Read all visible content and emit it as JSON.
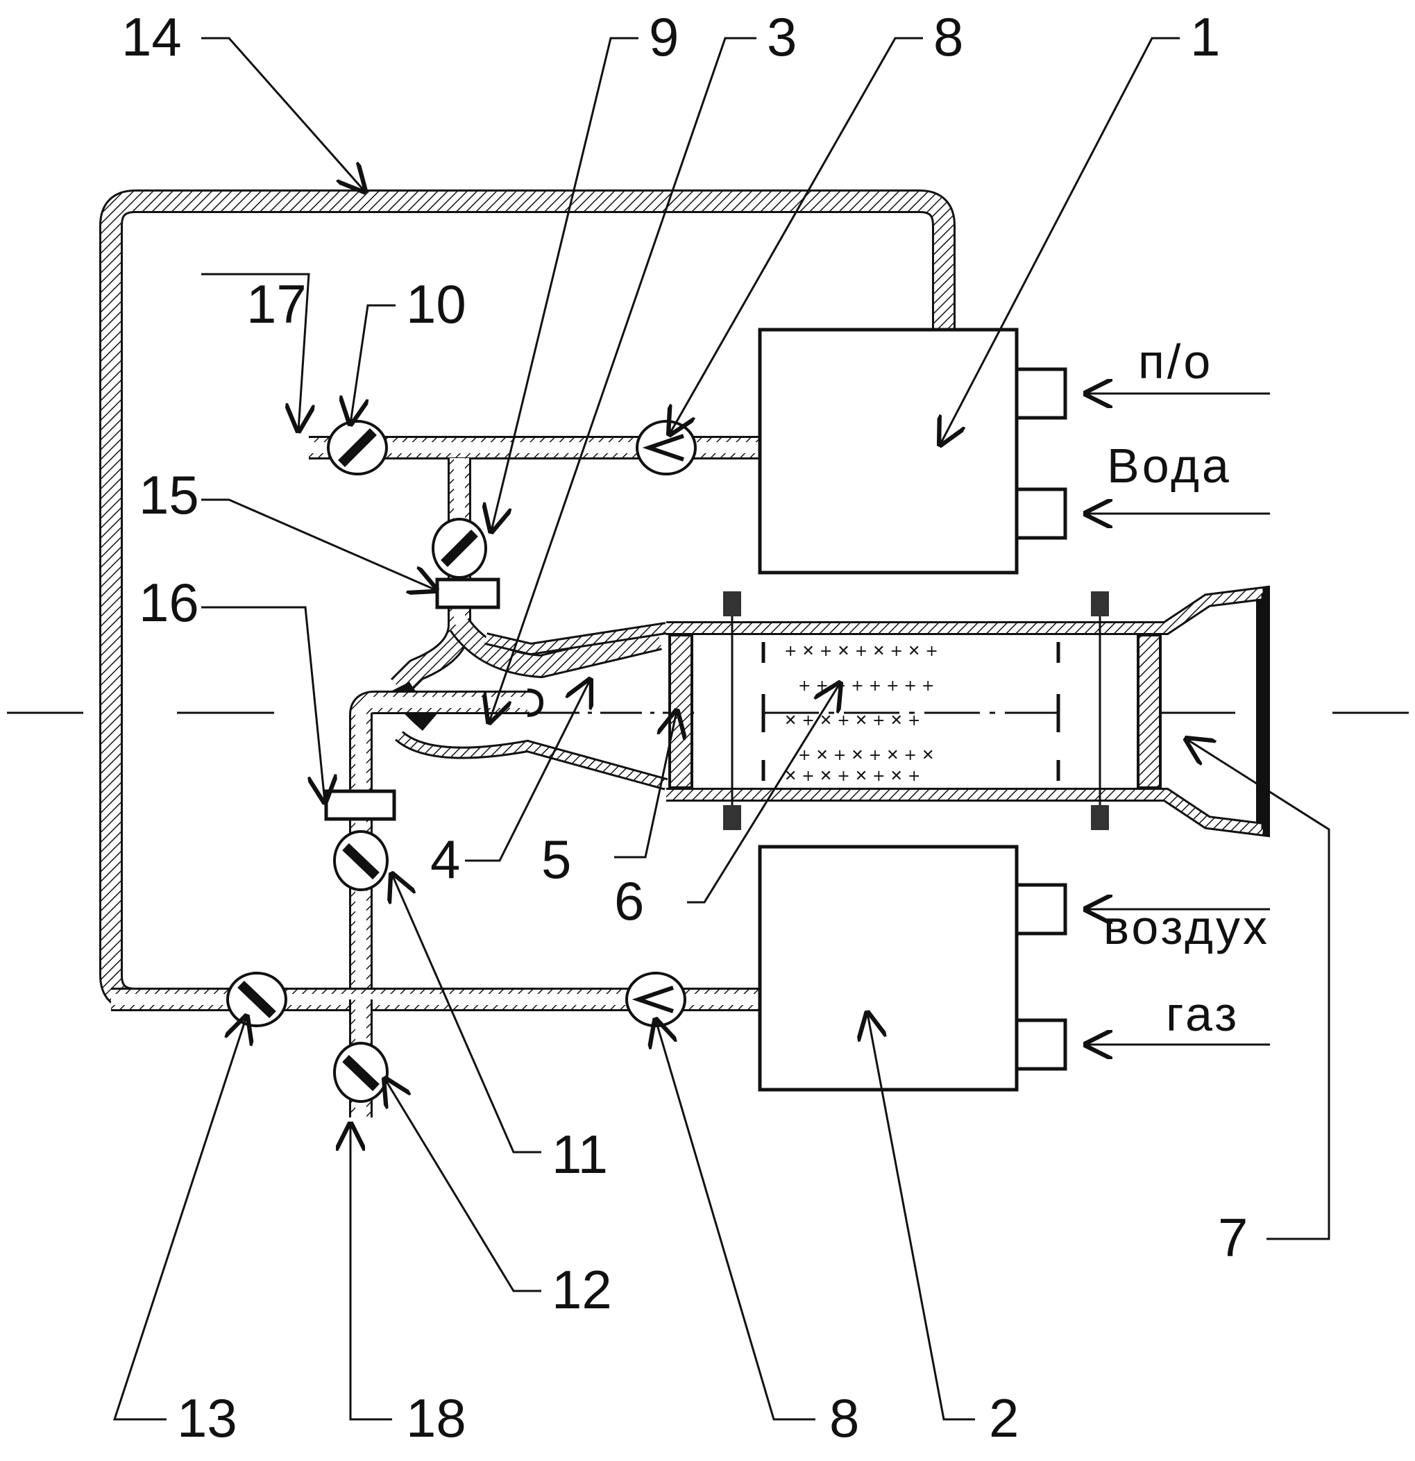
{
  "labels": {
    "n1": "1",
    "n2": "2",
    "n3": "3",
    "n4": "4",
    "n5": "5",
    "n6": "6",
    "n7": "7",
    "n8a": "8",
    "n8b": "8",
    "n9": "9",
    "n10": "10",
    "n11": "11",
    "n12": "12",
    "n13": "13",
    "n14": "14",
    "n15": "15",
    "n16": "16",
    "n17": "17",
    "n18": "18"
  },
  "inputs": {
    "steam": "п/о",
    "water": "Вода",
    "air": "воздух",
    "gas": "газ"
  }
}
